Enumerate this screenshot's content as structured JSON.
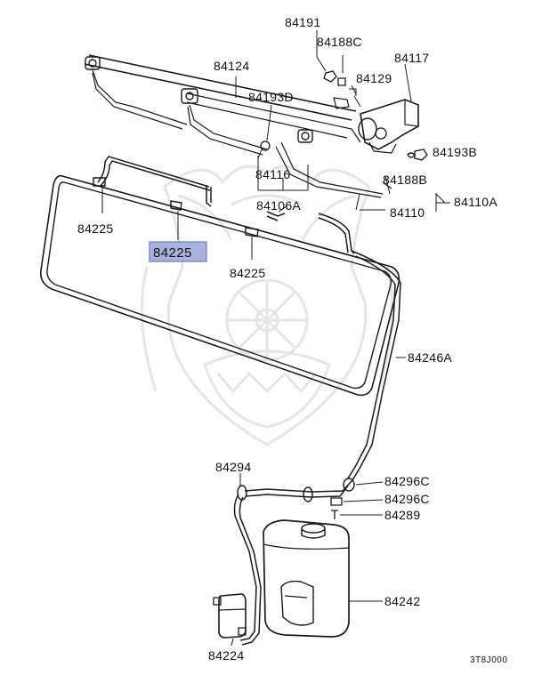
{
  "callouts": {
    "c84191": "84191",
    "c84188C": "84188C",
    "c84117": "84117",
    "c84124": "84124",
    "c84129": "84129",
    "c84193D": "84193D",
    "c84116": "84116",
    "c84193B": "84193B",
    "c84188B": "84188B",
    "c84106A": "84106A",
    "c84110": "84110",
    "c84110A": "84110A",
    "c84225_left": "84225",
    "c84225_highlight": "84225",
    "c84225_mid": "84225",
    "c84246A": "84246A",
    "c84294": "84294",
    "c84296C_1": "84296C",
    "c84296C_2": "84296C",
    "c84289": "84289",
    "c84242": "84242",
    "c84224": "84224"
  },
  "diagram_code": "3T8J000",
  "colors": {
    "highlight_fill": "#a9b2dd",
    "highlight_border": "#6f7cc0",
    "line": "#1a1a1a",
    "watermark": "#e6e6e6"
  },
  "icons": {
    "watermark": "samurai-mask-watermark"
  }
}
